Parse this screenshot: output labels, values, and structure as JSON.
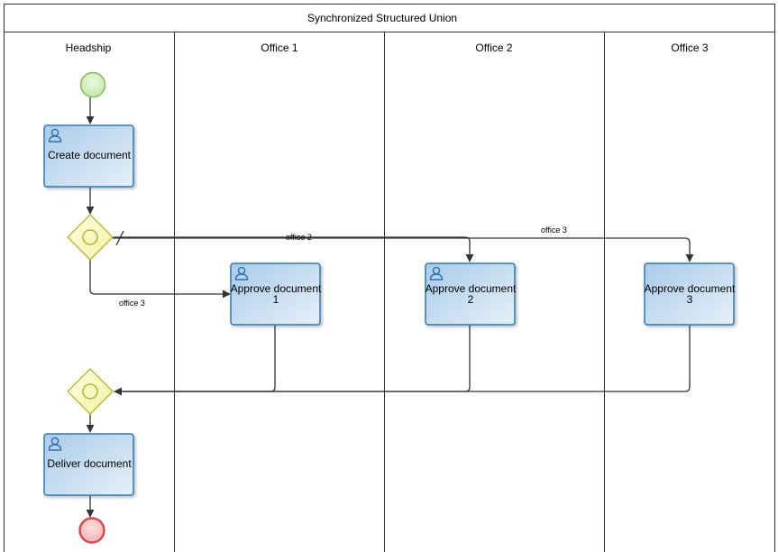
{
  "pool": {
    "title": "Synchronized Structured Union"
  },
  "lanes": [
    {
      "title": "Headship"
    },
    {
      "title": "Office 1"
    },
    {
      "title": "Office 2"
    },
    {
      "title": "Office 3"
    }
  ],
  "tasks": {
    "create": {
      "label": "Create document"
    },
    "approve1": {
      "line1": "Approve document",
      "line2": "1"
    },
    "approve2": {
      "line1": "Approve document",
      "line2": "2"
    },
    "approve3": {
      "line1": "Approve document",
      "line2": "3"
    },
    "deliver": {
      "label": "Deliver document"
    }
  },
  "flow_labels": {
    "to_office1": "office 3",
    "to_office2": "office 2",
    "to_office3": "office 3"
  },
  "colors": {
    "task_border": "#2a7ab8",
    "task_fill_top": "#a9cbe8",
    "task_fill_bottom": "#e6f0f9",
    "start_fill": "#d6f0c4",
    "start_stroke": "#7cbf5a",
    "end_fill": "#f6c6c6",
    "end_stroke": "#d2464c",
    "gateway_fill": "#fafac8",
    "gateway_stroke": "#b8b832",
    "icon": "#2a6fae"
  }
}
